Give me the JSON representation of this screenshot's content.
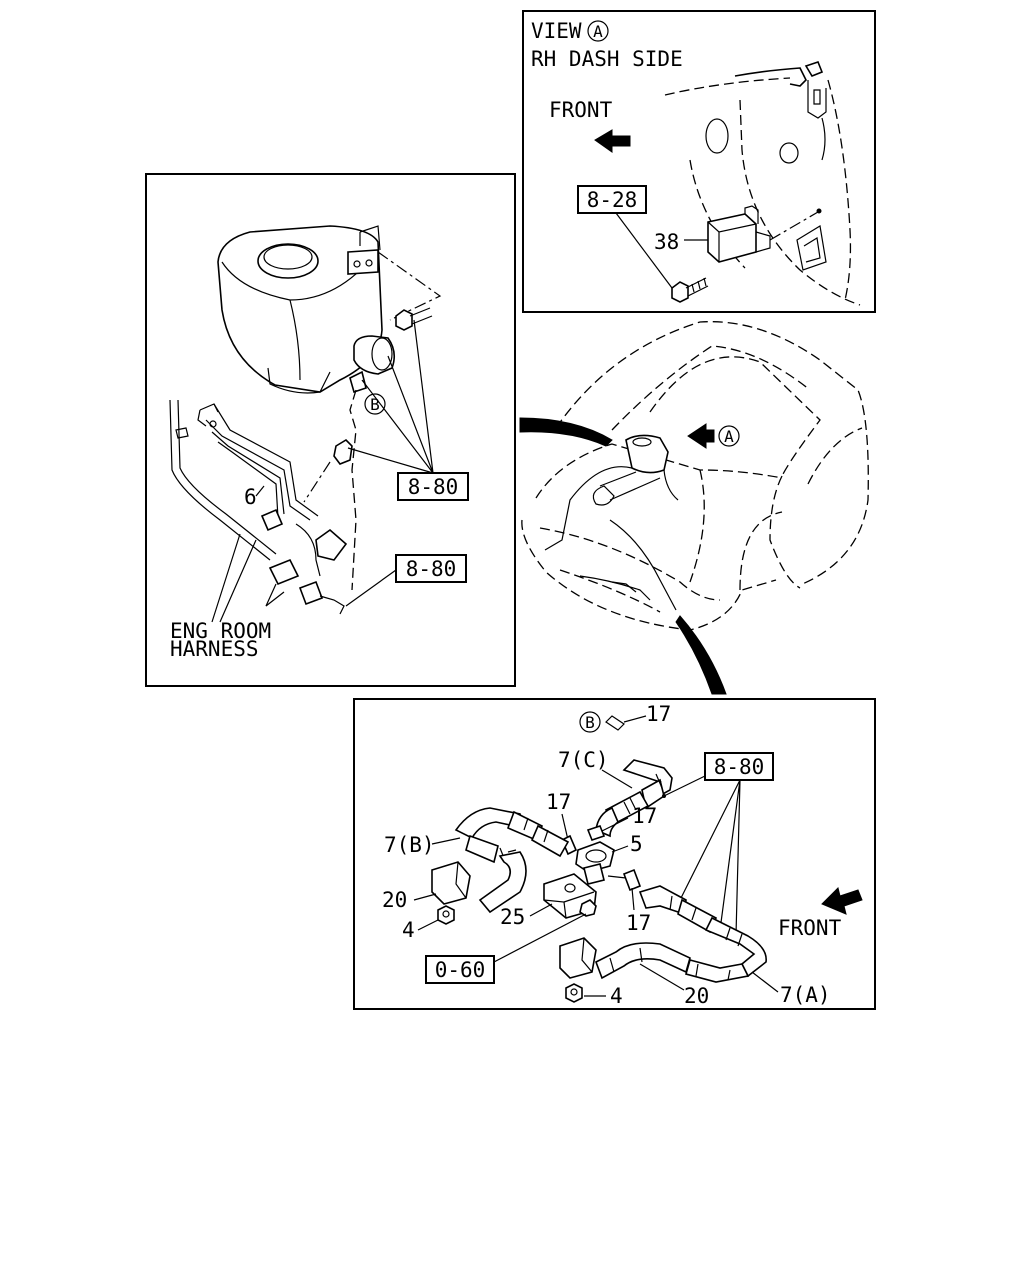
{
  "view_a": {
    "title": "VIEW",
    "title_marker": "A",
    "subtitle": "RH DASH SIDE",
    "front": "FRONT",
    "ref": "8-28",
    "part": "38"
  },
  "tank_panel": {
    "part_6": "6",
    "marker_b": "B",
    "ref_1": "8-80",
    "ref_2": "8-80",
    "harness_line1": "ENG ROOM",
    "harness_line2": "HARNESS"
  },
  "vehicle": {
    "marker_a": "A"
  },
  "hose_panel": {
    "marker_b": "B",
    "p17_top": "17",
    "p7c": "7(C)",
    "ref_880": "8-80",
    "p17_left": "17",
    "p17_mid": "17",
    "p5": "5",
    "p7b": "7(B)",
    "p20_left": "20",
    "p4_left": "4",
    "p25": "25",
    "p17_low": "17",
    "ref_060": "0-60",
    "p4_right": "4",
    "p20_right": "20",
    "p7a": "7(A)",
    "front": "FRONT"
  }
}
